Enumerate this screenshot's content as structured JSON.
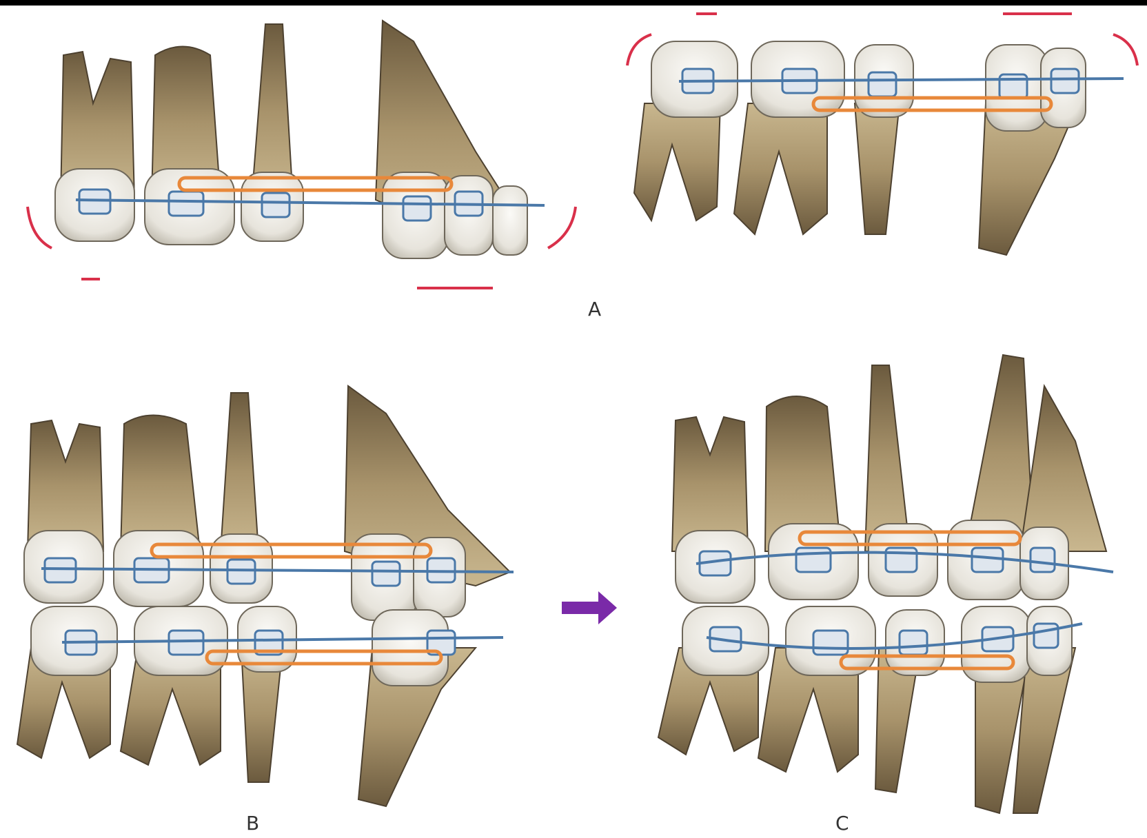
{
  "figure": {
    "panels": [
      {
        "id": "A",
        "label": "A",
        "description_visible": false
      },
      {
        "id": "B",
        "label": "B"
      },
      {
        "id": "C",
        "label": "C"
      }
    ],
    "colors": {
      "archwire": "#4a78a8",
      "elastic": "#e8883a",
      "arrow": "#d9304a",
      "transition_arrow": "#7a2aa8",
      "tooth_root": "#9a8662",
      "tooth_crown": "#f1efe9"
    },
    "icons": {
      "transition": "right-arrow-icon",
      "rotation": "curved-arrow-icon",
      "movement": "straight-arrow-icon"
    }
  }
}
